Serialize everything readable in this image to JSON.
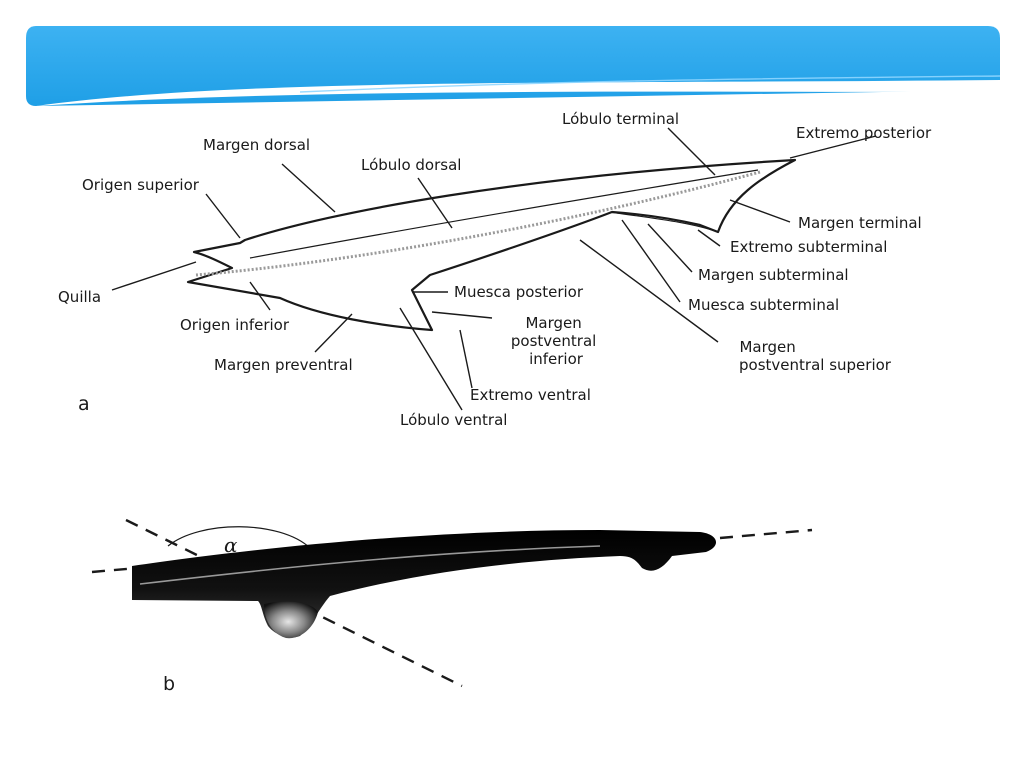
{
  "slide": {
    "banner_color": "#2ea7ec",
    "banner_highlight": "#8fd6ff",
    "ink_color": "#1a1a1a"
  },
  "figure_a": {
    "letter": "a",
    "labels": {
      "margen_dorsal": "Margen dorsal",
      "lobulo_dorsal": "Lóbulo dorsal",
      "lobulo_terminal": "Lóbulo terminal",
      "extremo_posterior": "Extremo posterior",
      "origen_superior": "Origen superior",
      "margen_terminal": "Margen terminal",
      "extremo_subterminal": "Extremo subterminal",
      "margen_subterminal": "Margen subterminal",
      "quilla": "Quilla",
      "muesca_posterior": "Muesca posterior",
      "muesca_subterminal": "Muesca subterminal",
      "origen_inferior": "Origen inferior",
      "margen_postventral_inferior": [
        "Margen",
        "postventral",
        "inferior"
      ],
      "margen_postventral_superior": [
        "Margen",
        "postventral superior"
      ],
      "margen_preventral": "Margen preventral",
      "extremo_ventral": "Extremo ventral",
      "lobulo_ventral": "Lóbulo ventral"
    }
  },
  "figure_b": {
    "letter": "b",
    "angle_symbol": "α"
  }
}
